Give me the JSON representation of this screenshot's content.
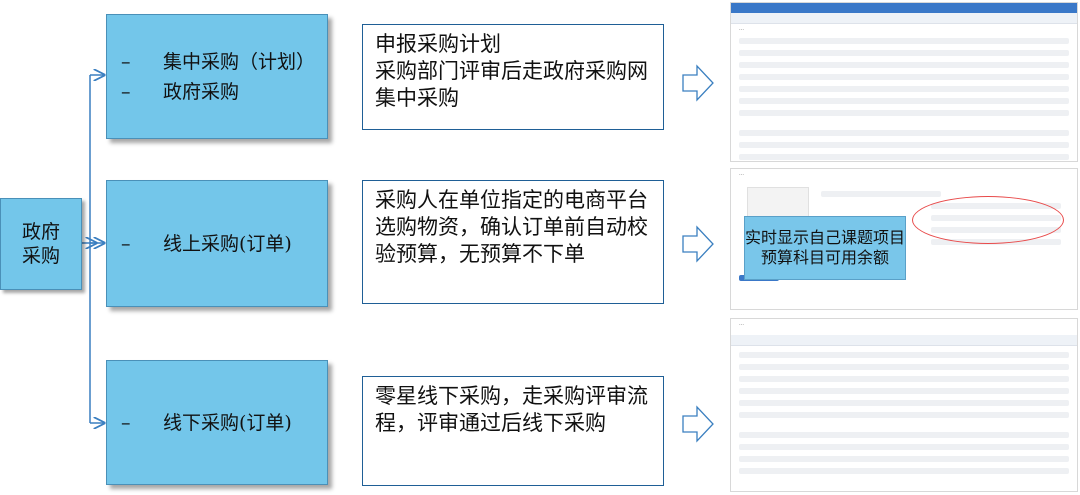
{
  "root": {
    "line1": "政府",
    "line2": "采购"
  },
  "rows": [
    {
      "cat_line1": "集中采购（计划）",
      "cat_line2": "政府采购",
      "desc": "申报采购计划\n采购部门评审后走政府采购网集中采购"
    },
    {
      "cat_line1": "线上采购(订单)",
      "desc": "采购人在单位指定的电商平台选购物资，确认订单前自动校验预算，无预算不下单"
    },
    {
      "cat_line1": "线下采购(订单)",
      "desc": "零星线下采购，走采购评审流程，评审通过后线下采购"
    }
  ],
  "callout": "实时显示自己课题项目预算科目可用余额",
  "screens": {
    "top": {
      "heading": "…"
    },
    "middle": {
      "heading": "…"
    },
    "bottom": {
      "heading": "…"
    }
  },
  "colors": {
    "box_fill": "#73c6ea",
    "connector": "#3a7fc0",
    "callout_border": "#e84a4a"
  }
}
